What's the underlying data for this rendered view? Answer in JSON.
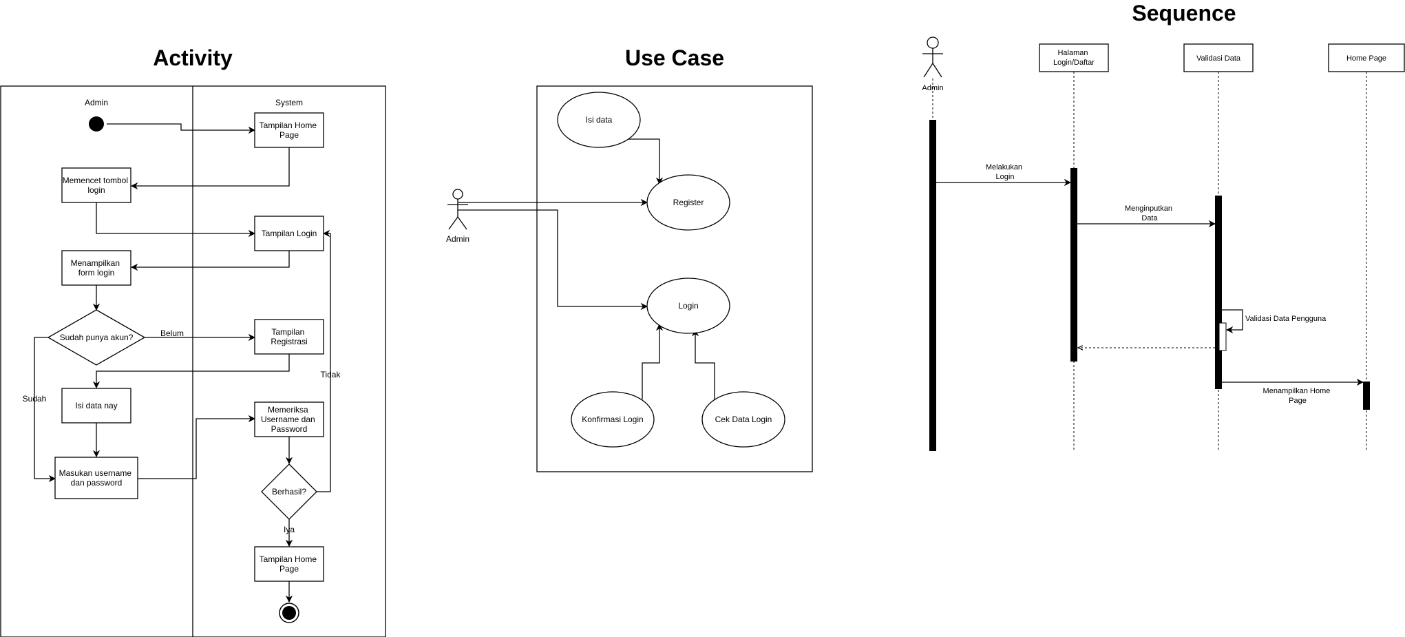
{
  "activity": {
    "title": "Activity",
    "lanes": {
      "admin": "Admin",
      "system": "System"
    },
    "nodes": {
      "home_page": [
        "Tampilan Home",
        "Page"
      ],
      "press_login": [
        "Memencet tombol",
        "login"
      ],
      "login_view": [
        "Tampilan Login"
      ],
      "show_form": [
        "Menampilkan",
        "form login"
      ],
      "has_account": [
        "Sudah punya akun?"
      ],
      "register_view": [
        "Tampilan",
        "Registrasi"
      ],
      "fill_data": [
        "Isi data nay"
      ],
      "enter_credentials": [
        "Masukan username",
        "dan password"
      ],
      "check_credentials": [
        "Memeriksa",
        "Username dan",
        "Password"
      ],
      "success": [
        "Berhasil?"
      ],
      "home_page_end": [
        "Tampilan Home",
        "Page"
      ]
    },
    "edge_labels": {
      "belum": "Belum",
      "sudah": "Sudah",
      "tidak": "Tidak",
      "iya": "Iya"
    }
  },
  "use_case": {
    "title": "Use Case",
    "actor": "Admin",
    "cases": {
      "isi_data": "Isi data",
      "register": "Register",
      "login": "Login",
      "konfirmasi": "Konfirmasi Login",
      "cek_data": "Cek Data Login"
    }
  },
  "sequence": {
    "title": "Sequence",
    "actor": "Admin",
    "participants": {
      "login_daftar": [
        "Halaman",
        "Login/Daftar"
      ],
      "validasi": [
        "Validasi Data"
      ],
      "home": [
        "Home Page"
      ]
    },
    "messages": {
      "m1": [
        "Melakukan",
        "Login"
      ],
      "m2": [
        "Menginputkan",
        "Data"
      ],
      "m3": [
        "Validasi Data Pengguna"
      ],
      "m5": [
        "Menampilkan Home",
        "Page"
      ]
    }
  }
}
